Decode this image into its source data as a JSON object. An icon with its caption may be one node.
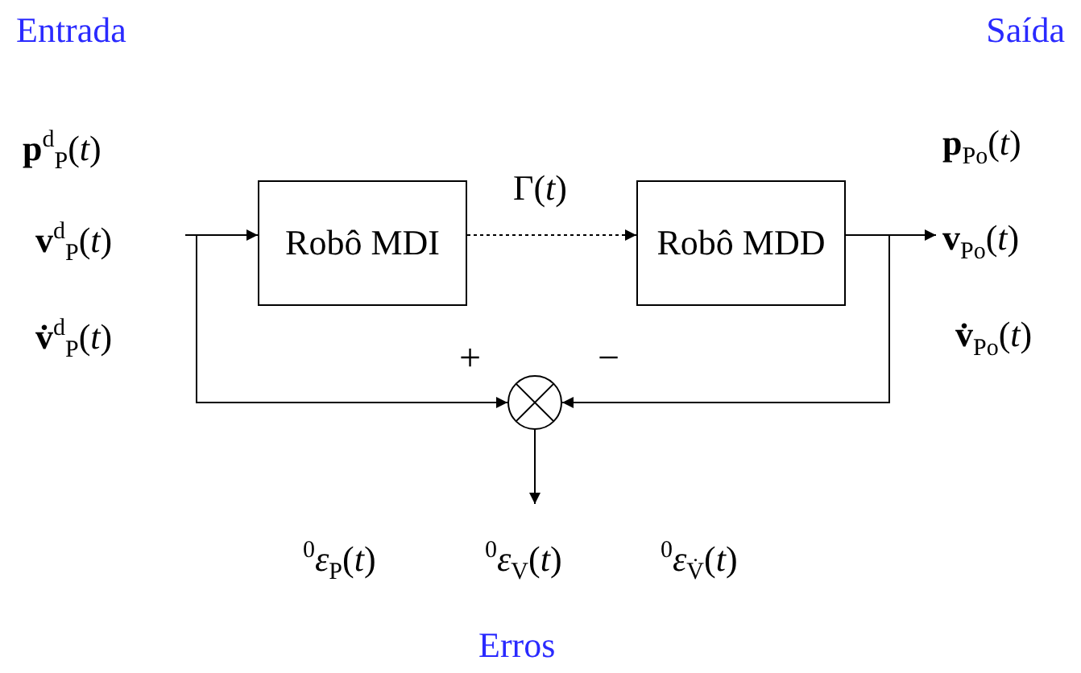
{
  "diagram": {
    "nodes": [
      {
        "text": [
          "**p**$^{d}$$_{P}$(*t*)",
          "**v**$^{d}$$_{P}$(*t*)",
          "**v̇**$^{d}$$_{P}$(*t*)"
        ]
      },
      {
        "text": [
          "Robô MDI"
        ]
      },
      {
        "text": [
          "Robô MDD"
        ]
      },
      {
        "text": [],
        "shape": "circle",
        "beside": [
          "+",
          "−"
        ]
      },
      {
        "text": [
          "**p**$_{Po}$(*t*)",
          "**v**$_{Po}$(*t*)",
          "**v̇**$_{Po}$(*t*)"
        ]
      },
      {
        "text": [
          "$^{0}$*ε*$_{P}$(*t*)",
          "$^{0}$*ε*$_{V}$(*t*)",
          "$^{0}$*ε*$_{V̇}$(*t*)"
        ]
      }
    ],
    "edges": [
      {
        "from": 0,
        "to": 1,
        "arrow": "to"
      },
      {
        "from": 1,
        "to": 2,
        "arrow": "to",
        "label": "Γ(*t*)",
        "style": "dashed"
      },
      {
        "from": 2,
        "to": 4,
        "arrow": "to"
      },
      {
        "from": 0,
        "to": 3,
        "arrow": "to"
      },
      {
        "from": 2,
        "to": 3,
        "arrow": "to"
      },
      {
        "from": 3,
        "to": 5,
        "arrow": "to"
      }
    ],
    "labels": [
      "Entrada",
      "Saída",
      "Erros"
    ]
  }
}
